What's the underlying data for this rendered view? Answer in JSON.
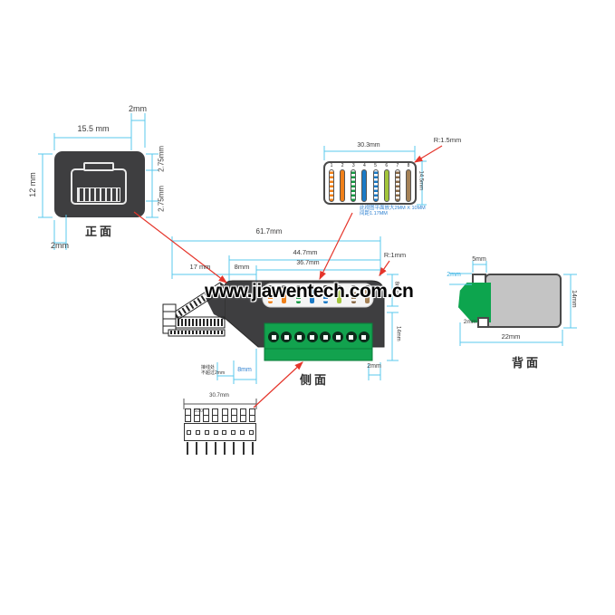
{
  "watermark": "www.jiawentech.com.cn",
  "colors": {
    "dimension_line": "#5ac8ee",
    "leader_line": "#e5352b",
    "body_dark": "#3e3e40",
    "terminal_green": "#12a24e",
    "rear_body_gray": "#c4c4c4",
    "note_blue": "#2b7fd0"
  },
  "front_view": {
    "label": "正面",
    "dim_top_offset": "2mm",
    "dim_width": "15.5 mm",
    "dim_height": "12 mm",
    "dim_right_top": "2.75mm",
    "dim_right_bottom": "2.75mm",
    "dim_bottom_offset": "2mm"
  },
  "wire_detail": {
    "dim_width": "30.3mm",
    "dim_corner_radius": "R:1.5mm",
    "dim_height": "14.5mm",
    "note_line1": "此视图平面放大2MM X 10MM",
    "note_line2": "间距1.17MM",
    "wires": [
      {
        "num": "1",
        "style": "striped",
        "color": "#f08019"
      },
      {
        "num": "2",
        "style": "solid",
        "color": "#f08019"
      },
      {
        "num": "3",
        "style": "striped",
        "color": "#149a43"
      },
      {
        "num": "4",
        "style": "solid",
        "color": "#1a7ac6"
      },
      {
        "num": "5",
        "style": "striped",
        "color": "#1a7ac6"
      },
      {
        "num": "6",
        "style": "solid",
        "color": "#a2c53a"
      },
      {
        "num": "7",
        "style": "striped",
        "color": "#8a6a46"
      },
      {
        "num": "8",
        "style": "solid",
        "color": "#a58156"
      }
    ]
  },
  "side_view": {
    "label": "侧面",
    "dim_overall_length": "61.7mm",
    "dim_body_length": "44.7mm",
    "dim_terminal_length": "36.7mm",
    "dim_clip_length": "17 mm",
    "dim_front_length": "8mm",
    "dim_corner_radius": "R:1mm",
    "dim_top_height": "8mm",
    "dim_body_height": "14mm",
    "note_line1": "接线处",
    "note_line2": "不超过2mm",
    "dim_bottom_front": "8mm",
    "dim_bottom_rear": "2mm",
    "terminal_count": 8
  },
  "rear_view": {
    "label": "背面",
    "dim_notch_width": "5mm",
    "dim_notch_height": "2mm",
    "dim_bottom_notch": "2mm",
    "dim_height": "14mm",
    "dim_width": "22mm"
  },
  "terminal_detail": {
    "dim_width": "30.7mm",
    "dim_pitch": "3.50",
    "terminal_count": 8
  }
}
